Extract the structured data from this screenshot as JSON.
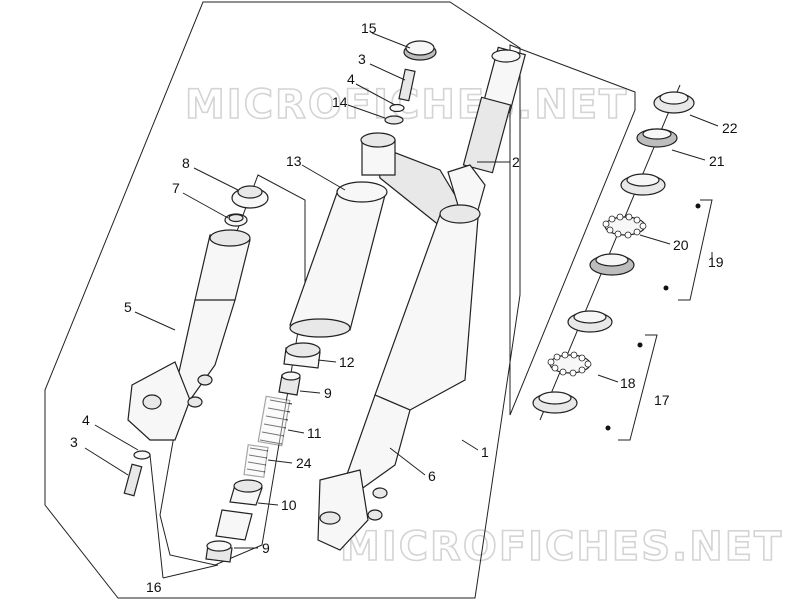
{
  "watermark": "MICROFICHES.NET",
  "labels": {
    "l1": "1",
    "l2": "2",
    "l3a": "3",
    "l3b": "3",
    "l4a": "4",
    "l4b": "4",
    "l5": "5",
    "l6": "6",
    "l7": "7",
    "l8": "8",
    "l9a": "9",
    "l9b": "9",
    "l10": "10",
    "l11": "11",
    "l12": "12",
    "l13": "13",
    "l14": "14",
    "l15": "15",
    "l16": "16",
    "l17": "17",
    "l18": "18",
    "l19": "19",
    "l20": "20",
    "l21": "21",
    "l22": "22",
    "l24": "24"
  }
}
